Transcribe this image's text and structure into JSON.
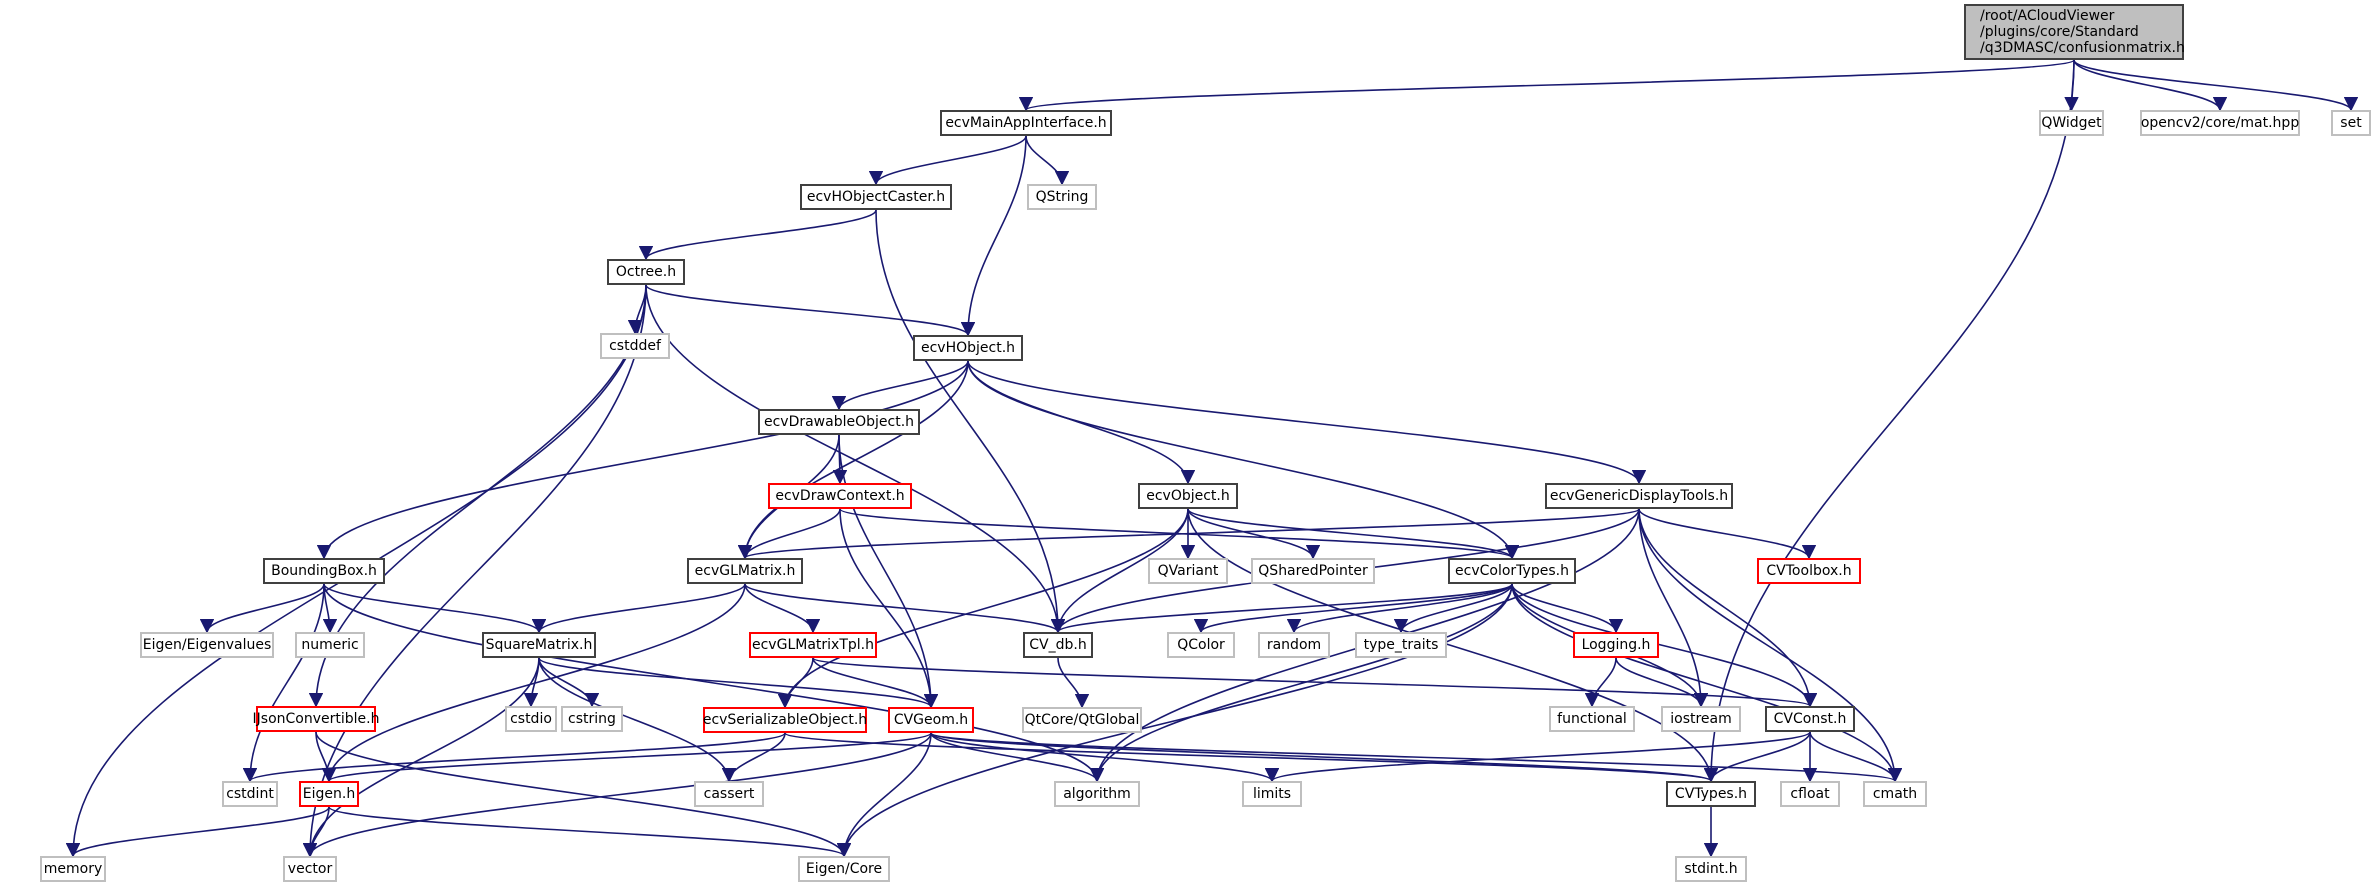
{
  "diagram": {
    "type": "include-dependency-graph",
    "edge_color": "#191970",
    "node_styles": {
      "root": {
        "fill": "#bfbfbf",
        "border": "#404040"
      },
      "documented": {
        "fill": "#ffffff",
        "border": "#404040"
      },
      "system": {
        "fill": "#ffffff",
        "border": "#bfbfbf"
      },
      "truncated": {
        "fill": "#ffffff",
        "border": "#ff0000"
      }
    },
    "nodes": [
      {
        "id": "root",
        "label": "/root/ACloudViewer\n/plugins/core/Standard\n/q3DMASC/confusionmatrix.h",
        "style": "root"
      },
      {
        "id": "ecvMainAppInterface",
        "label": "ecvMainAppInterface.h",
        "style": "documented"
      },
      {
        "id": "QWidget",
        "label": "QWidget",
        "style": "system"
      },
      {
        "id": "opencvmat",
        "label": "opencv2/core/mat.hpp",
        "style": "system"
      },
      {
        "id": "set",
        "label": "set",
        "style": "system"
      },
      {
        "id": "ecvHObjectCaster",
        "label": "ecvHObjectCaster.h",
        "style": "documented"
      },
      {
        "id": "QString",
        "label": "QString",
        "style": "system"
      },
      {
        "id": "Octree",
        "label": "Octree.h",
        "style": "documented"
      },
      {
        "id": "cstddef",
        "label": "cstddef",
        "style": "system"
      },
      {
        "id": "ecvHObject",
        "label": "ecvHObject.h",
        "style": "documented"
      },
      {
        "id": "ecvDrawableObject",
        "label": "ecvDrawableObject.h",
        "style": "documented"
      },
      {
        "id": "ecvDrawContext",
        "label": "ecvDrawContext.h",
        "style": "truncated"
      },
      {
        "id": "ecvObject",
        "label": "ecvObject.h",
        "style": "documented"
      },
      {
        "id": "ecvGenericDisplayTools",
        "label": "ecvGenericDisplayTools.h",
        "style": "documented"
      },
      {
        "id": "BoundingBox",
        "label": "BoundingBox.h",
        "style": "documented"
      },
      {
        "id": "ecvGLMatrix",
        "label": "ecvGLMatrix.h",
        "style": "documented"
      },
      {
        "id": "QVariant",
        "label": "QVariant",
        "style": "system"
      },
      {
        "id": "QSharedPointer",
        "label": "QSharedPointer",
        "style": "system"
      },
      {
        "id": "ecvColorTypes",
        "label": "ecvColorTypes.h",
        "style": "documented"
      },
      {
        "id": "CVToolbox",
        "label": "CVToolbox.h",
        "style": "truncated"
      },
      {
        "id": "EigenEigenvalues",
        "label": "Eigen/Eigenvalues",
        "style": "system"
      },
      {
        "id": "numeric",
        "label": "numeric",
        "style": "system"
      },
      {
        "id": "SquareMatrix",
        "label": "SquareMatrix.h",
        "style": "documented"
      },
      {
        "id": "ecvGLMatrixTpl",
        "label": "ecvGLMatrixTpl.h",
        "style": "truncated"
      },
      {
        "id": "CV_db",
        "label": "CV_db.h",
        "style": "documented"
      },
      {
        "id": "QColor",
        "label": "QColor",
        "style": "system"
      },
      {
        "id": "random",
        "label": "random",
        "style": "system"
      },
      {
        "id": "type_traits",
        "label": "type_traits",
        "style": "system"
      },
      {
        "id": "Logging",
        "label": "Logging.h",
        "style": "truncated"
      },
      {
        "id": "IJsonConvertible",
        "label": "IJsonConvertible.h",
        "style": "truncated"
      },
      {
        "id": "cstdio",
        "label": "cstdio",
        "style": "system"
      },
      {
        "id": "cstring",
        "label": "cstring",
        "style": "system"
      },
      {
        "id": "ecvSerializableObject",
        "label": "ecvSerializableObject.h",
        "style": "truncated"
      },
      {
        "id": "CVGeom",
        "label": "CVGeom.h",
        "style": "truncated"
      },
      {
        "id": "QtGlobal",
        "label": "QtCore/QtGlobal",
        "style": "system"
      },
      {
        "id": "functional",
        "label": "functional",
        "style": "system"
      },
      {
        "id": "iostream",
        "label": "iostream",
        "style": "system"
      },
      {
        "id": "CVConst",
        "label": "CVConst.h",
        "style": "documented"
      },
      {
        "id": "cstdint",
        "label": "cstdint",
        "style": "system"
      },
      {
        "id": "Eigen",
        "label": "Eigen.h",
        "style": "truncated"
      },
      {
        "id": "cassert",
        "label": "cassert",
        "style": "system"
      },
      {
        "id": "algorithm",
        "label": "algorithm",
        "style": "system"
      },
      {
        "id": "limits",
        "label": "limits",
        "style": "system"
      },
      {
        "id": "CVTypes",
        "label": "CVTypes.h",
        "style": "documented"
      },
      {
        "id": "cfloat",
        "label": "cfloat",
        "style": "system"
      },
      {
        "id": "cmath",
        "label": "cmath",
        "style": "system"
      },
      {
        "id": "memory",
        "label": "memory",
        "style": "system"
      },
      {
        "id": "vector",
        "label": "vector",
        "style": "system"
      },
      {
        "id": "EigenCore",
        "label": "Eigen/Core",
        "style": "system"
      },
      {
        "id": "stdint",
        "label": "stdint.h",
        "style": "system"
      }
    ],
    "edges": [
      [
        "root",
        "ecvMainAppInterface"
      ],
      [
        "root",
        "QWidget"
      ],
      [
        "root",
        "opencvmat"
      ],
      [
        "root",
        "set"
      ],
      [
        "root",
        "CVTypes"
      ],
      [
        "ecvMainAppInterface",
        "ecvHObjectCaster"
      ],
      [
        "ecvMainAppInterface",
        "QString"
      ],
      [
        "ecvMainAppInterface",
        "ecvHObject"
      ],
      [
        "ecvHObjectCaster",
        "Octree"
      ],
      [
        "ecvHObjectCaster",
        "CV_db"
      ],
      [
        "Octree",
        "cstddef"
      ],
      [
        "Octree",
        "ecvHObject"
      ],
      [
        "Octree",
        "CV_db"
      ],
      [
        "Octree",
        "IJsonConvertible"
      ],
      [
        "Octree",
        "memory"
      ],
      [
        "Octree",
        "vector"
      ],
      [
        "ecvHObject",
        "ecvDrawableObject"
      ],
      [
        "ecvHObject",
        "ecvObject"
      ],
      [
        "ecvHObject",
        "ecvGenericDisplayTools"
      ],
      [
        "ecvHObject",
        "BoundingBox"
      ],
      [
        "ecvHObject",
        "ecvGLMatrix"
      ],
      [
        "ecvHObject",
        "ecvColorTypes"
      ],
      [
        "ecvDrawableObject",
        "ecvDrawContext"
      ],
      [
        "ecvDrawableObject",
        "ecvGLMatrix"
      ],
      [
        "ecvDrawableObject",
        "CVGeom"
      ],
      [
        "ecvDrawContext",
        "ecvGLMatrix"
      ],
      [
        "ecvDrawContext",
        "CVGeom"
      ],
      [
        "ecvDrawContext",
        "ecvColorTypes"
      ],
      [
        "ecvObject",
        "QVariant"
      ],
      [
        "ecvObject",
        "QSharedPointer"
      ],
      [
        "ecvObject",
        "ecvColorTypes"
      ],
      [
        "ecvObject",
        "CV_db"
      ],
      [
        "ecvObject",
        "ecvSerializableObject"
      ],
      [
        "ecvObject",
        "CVTypes"
      ],
      [
        "ecvGenericDisplayTools",
        "CVToolbox"
      ],
      [
        "ecvGenericDisplayTools",
        "ecvGLMatrix"
      ],
      [
        "ecvGenericDisplayTools",
        "CV_db"
      ],
      [
        "ecvGenericDisplayTools",
        "iostream"
      ],
      [
        "ecvGenericDisplayTools",
        "CVConst"
      ],
      [
        "ecvGenericDisplayTools",
        "cmath"
      ],
      [
        "ecvGenericDisplayTools",
        "algorithm"
      ],
      [
        "BoundingBox",
        "EigenEigenvalues"
      ],
      [
        "BoundingBox",
        "numeric"
      ],
      [
        "BoundingBox",
        "SquareMatrix"
      ],
      [
        "BoundingBox",
        "cstdint"
      ],
      [
        "BoundingBox",
        "algorithm"
      ],
      [
        "ecvGLMatrix",
        "SquareMatrix"
      ],
      [
        "ecvGLMatrix",
        "ecvGLMatrixTpl"
      ],
      [
        "ecvGLMatrix",
        "CV_db"
      ],
      [
        "ecvGLMatrix",
        "Eigen"
      ],
      [
        "ecvColorTypes",
        "CV_db"
      ],
      [
        "ecvColorTypes",
        "QColor"
      ],
      [
        "ecvColorTypes",
        "random"
      ],
      [
        "ecvColorTypes",
        "type_traits"
      ],
      [
        "ecvColorTypes",
        "Logging"
      ],
      [
        "ecvColorTypes",
        "iostream"
      ],
      [
        "ecvColorTypes",
        "CVConst"
      ],
      [
        "ecvColorTypes",
        "algorithm"
      ],
      [
        "ecvColorTypes",
        "EigenCore"
      ],
      [
        "ecvColorTypes",
        "cmath"
      ],
      [
        "SquareMatrix",
        "cstdio"
      ],
      [
        "SquareMatrix",
        "cstring"
      ],
      [
        "SquareMatrix",
        "CVGeom"
      ],
      [
        "SquareMatrix",
        "cassert"
      ],
      [
        "SquareMatrix",
        "vector"
      ],
      [
        "ecvGLMatrixTpl",
        "ecvSerializableObject"
      ],
      [
        "ecvGLMatrixTpl",
        "CVGeom"
      ],
      [
        "ecvGLMatrixTpl",
        "CVConst"
      ],
      [
        "CV_db",
        "QtGlobal"
      ],
      [
        "Logging",
        "functional"
      ],
      [
        "Logging",
        "iostream"
      ],
      [
        "IJsonConvertible",
        "Eigen"
      ],
      [
        "IJsonConvertible",
        "EigenCore"
      ],
      [
        "ecvSerializableObject",
        "cassert"
      ],
      [
        "ecvSerializableObject",
        "cstdint"
      ],
      [
        "ecvSerializableObject",
        "CVTypes"
      ],
      [
        "CVGeom",
        "Eigen"
      ],
      [
        "CVGeom",
        "algorithm"
      ],
      [
        "CVGeom",
        "limits"
      ],
      [
        "CVGeom",
        "CVTypes"
      ],
      [
        "CVGeom",
        "cmath"
      ],
      [
        "CVGeom",
        "vector"
      ],
      [
        "CVGeom",
        "EigenCore"
      ],
      [
        "CVConst",
        "CVTypes"
      ],
      [
        "CVConst",
        "cfloat"
      ],
      [
        "CVConst",
        "cmath"
      ],
      [
        "CVConst",
        "limits"
      ],
      [
        "Eigen",
        "memory"
      ],
      [
        "Eigen",
        "vector"
      ],
      [
        "Eigen",
        "EigenCore"
      ],
      [
        "CVTypes",
        "stdint"
      ]
    ]
  }
}
